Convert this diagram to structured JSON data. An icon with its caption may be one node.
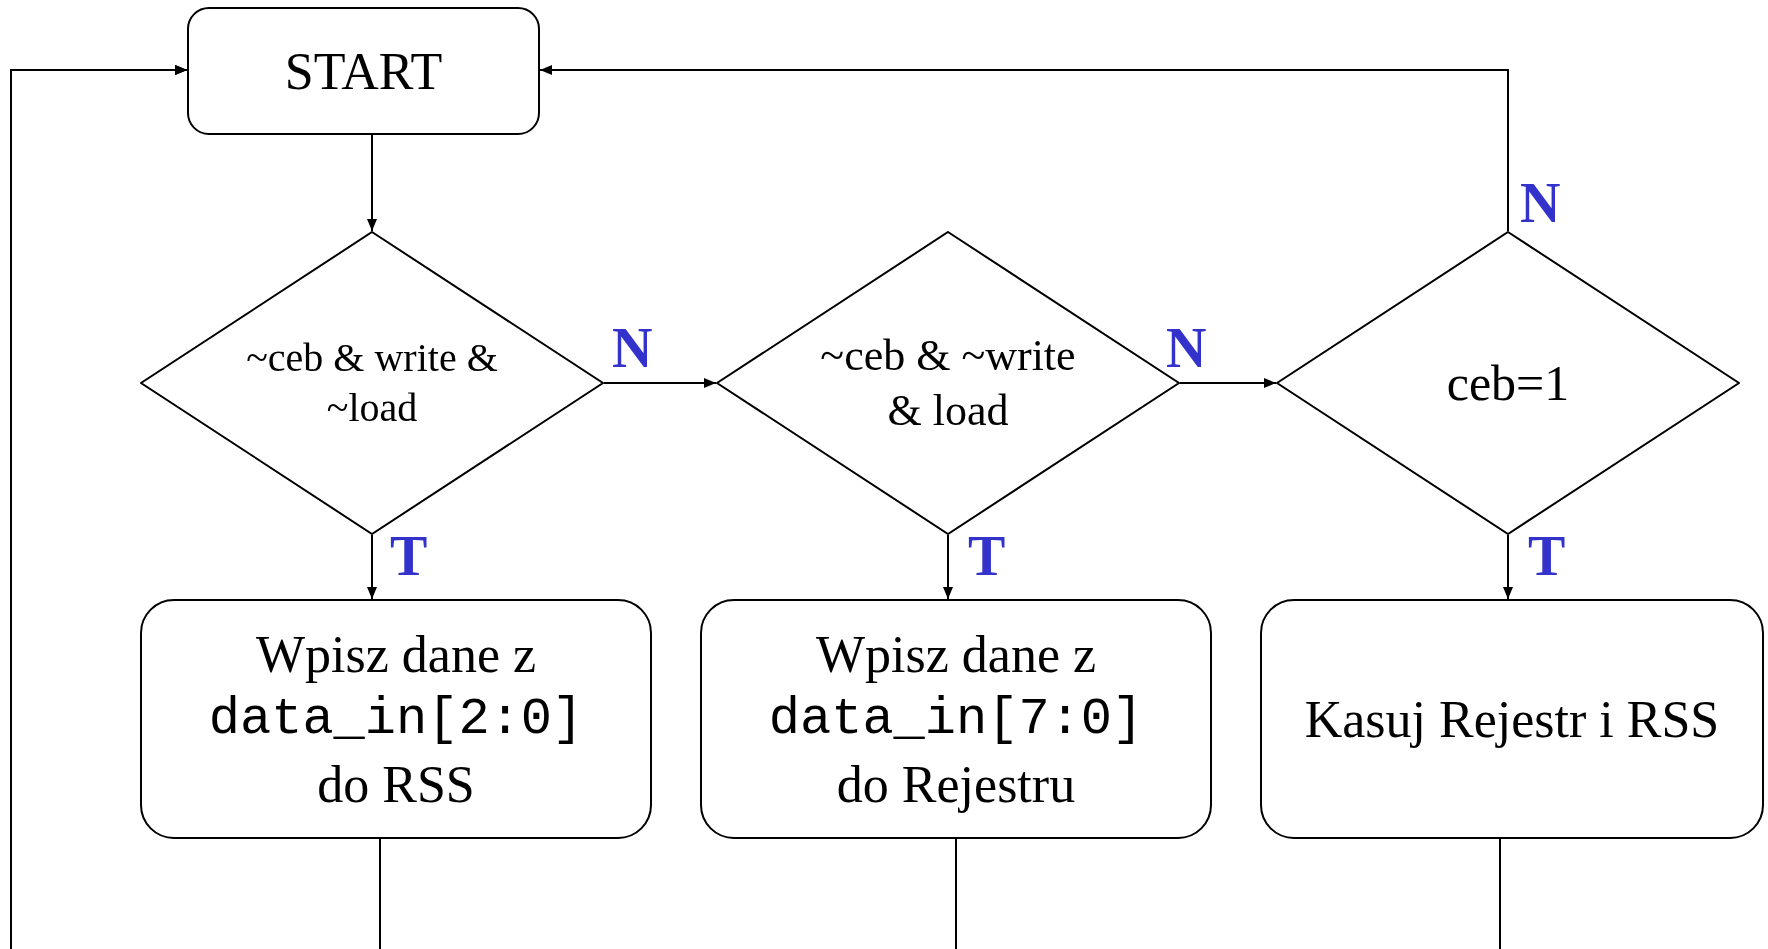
{
  "diagram": {
    "nodes": [
      {
        "text": [
          "START"
        ]
      },
      {
        "text": [
          "~ceb & write & ~load"
        ]
      },
      {
        "text": [
          "~ceb & ~write & load"
        ]
      },
      {
        "text": [
          "ceb=1"
        ]
      },
      {
        "text": [
          "Wpisz dane z",
          "data_in[2:0]",
          "do RSS"
        ]
      },
      {
        "text": [
          "Wpisz dane z",
          "data_in[7:0]",
          "do Rejestru"
        ]
      },
      {
        "text": [
          "Kasuj Rejestr i RSS"
        ]
      }
    ],
    "edges": [
      {
        "from": 0,
        "to": 1,
        "arrow": "to"
      },
      {
        "from": 1,
        "to": 2,
        "arrow": "to",
        "label": "N"
      },
      {
        "from": 2,
        "to": 3,
        "arrow": "to",
        "label": "N"
      },
      {
        "from": 1,
        "to": 4,
        "arrow": "to",
        "label": "T"
      },
      {
        "from": 2,
        "to": 5,
        "arrow": "to",
        "label": "T"
      },
      {
        "from": 3,
        "to": 6,
        "arrow": "to",
        "label": "T"
      },
      {
        "from": 3,
        "to": 0,
        "arrow": "to",
        "label": "N"
      },
      {
        "from": 4,
        "to": 0,
        "arrow": "to"
      },
      {
        "from": 5,
        "to": 0,
        "arrow": "to"
      },
      {
        "from": 6,
        "to": 0,
        "arrow": "to"
      }
    ]
  }
}
